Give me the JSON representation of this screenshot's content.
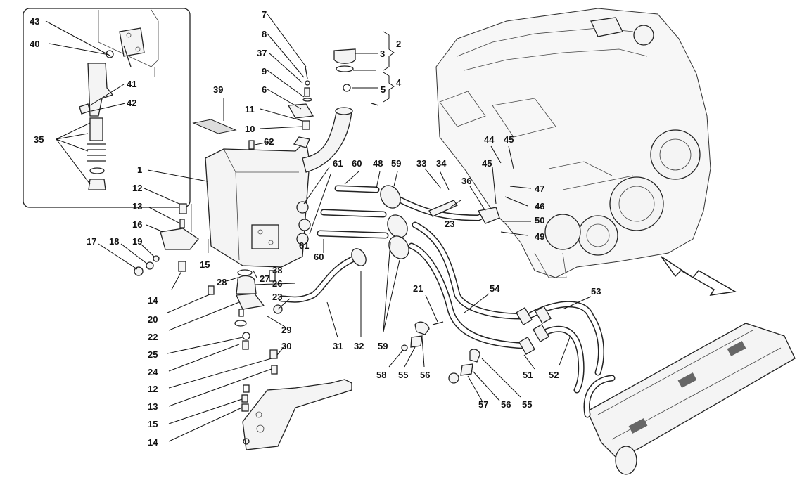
{
  "callouts": {
    "c1": "1",
    "c2": "2",
    "c3": "3",
    "c4": "4",
    "c5": "5",
    "c6": "6",
    "c7": "7",
    "c8": "8",
    "c9": "9",
    "c10": "10",
    "c11": "11",
    "c12a": "12",
    "c12b": "12",
    "c13a": "13",
    "c13b": "13",
    "c14a": "14",
    "c14b": "14",
    "c15a": "15",
    "c15b": "15",
    "c16": "16",
    "c17": "17",
    "c18": "18",
    "c19": "19",
    "c20": "20",
    "c21": "21",
    "c22": "22",
    "c23a": "23",
    "c23b": "23",
    "c24": "24",
    "c25": "25",
    "c26": "26",
    "c27": "27",
    "c28": "28",
    "c29": "29",
    "c30": "30",
    "c31": "31",
    "c32": "32",
    "c33": "33",
    "c34": "34",
    "c35": "35",
    "c36": "36",
    "c37": "37",
    "c38": "38",
    "c39": "39",
    "c40": "40",
    "c41": "41",
    "c42": "42",
    "c43": "43",
    "c44": "44",
    "c45a": "45",
    "c45b": "45",
    "c46": "46",
    "c47": "47",
    "c48": "48",
    "c49": "49",
    "c50": "50",
    "c51": "51",
    "c52": "52",
    "c53": "53",
    "c54": "54",
    "c55a": "55",
    "c55b": "55",
    "c56a": "56",
    "c56b": "56",
    "c57": "57",
    "c58": "58",
    "c59a": "59",
    "c59b": "59",
    "c60a": "60",
    "c60b": "60",
    "c61a": "61",
    "c61b": "61",
    "c62": "62"
  }
}
